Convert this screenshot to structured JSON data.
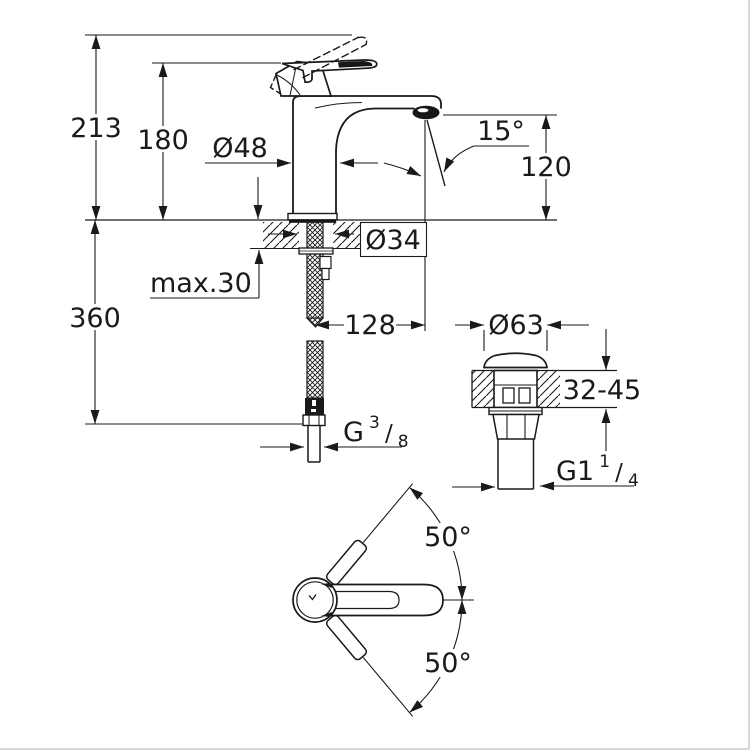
{
  "drawing": {
    "title": "single-lever-basin-mixer-dimension-drawing",
    "front_view": {
      "overall_height": "213",
      "body_height": "180",
      "body_diameter": "Ø48",
      "spout_angle": "15°",
      "spout_outlet_height": "120",
      "mounting_hole_diameter": "Ø34",
      "max_deck_thickness": "max.30",
      "hose_length": "360",
      "spout_reach": "128",
      "supply_thread": {
        "base": "G",
        "sup": "3",
        "slash": "/",
        "sub": "8"
      }
    },
    "drain_view": {
      "cap_diameter": "Ø63",
      "deck_thickness_range": "32-45",
      "waste_thread": {
        "base": "G1",
        "sup": "1",
        "slash": "/",
        "sub": "4"
      }
    },
    "top_view": {
      "handle_swing_up": "50°",
      "handle_swing_down": "50°"
    },
    "colors": {
      "line": "#1a1a1a",
      "background": "#ffffff"
    }
  }
}
